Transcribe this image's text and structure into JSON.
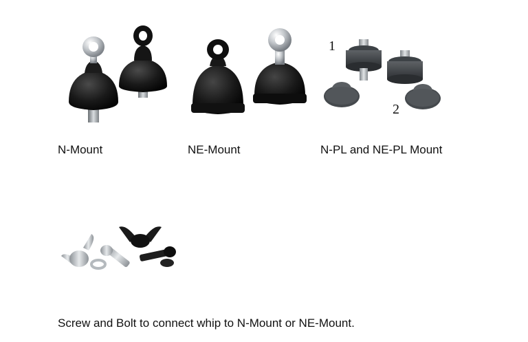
{
  "products": [
    {
      "caption": "N-Mount"
    },
    {
      "caption": "NE-Mount"
    },
    {
      "caption": "N-PL and NE-PL Mount",
      "callouts": [
        "1",
        "2"
      ]
    }
  ],
  "hardware": {
    "caption": "Screw and Bolt to connect whip to N-Mount or NE-Mount."
  }
}
